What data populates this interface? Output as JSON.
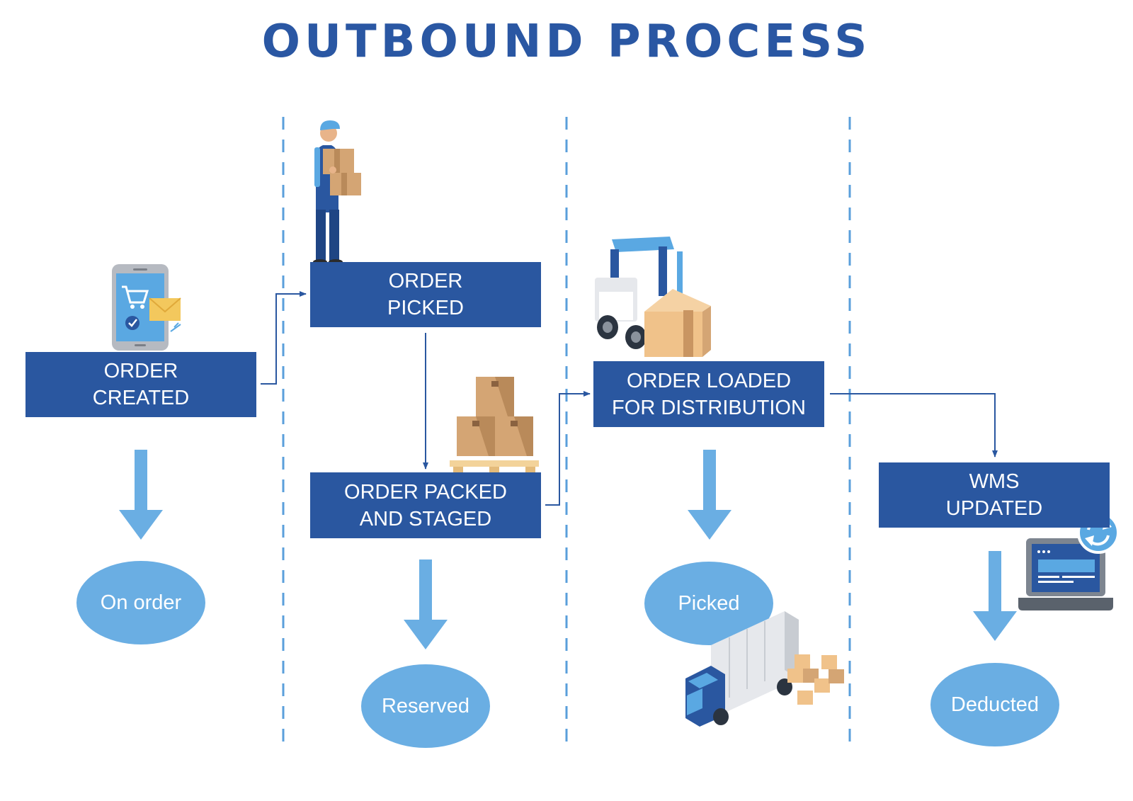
{
  "title": "OUTBOUND PROCESS",
  "colors": {
    "title": "#2a57a3",
    "box": "#2a57a0",
    "status": "#6aaee3",
    "arrow": "#6aaee3",
    "divider": "#5a9fdb",
    "connector": "#2a57a0"
  },
  "stages": [
    {
      "line1": "ORDER",
      "line2": "CREATED",
      "status": "On order",
      "icon": "phone-cart-icon"
    },
    {
      "line1": "ORDER",
      "line2": "PICKED",
      "status": "",
      "icon": "worker-carrying-boxes-icon"
    },
    {
      "line1": "ORDER PACKED",
      "line2": "AND STAGED",
      "status": "Reserved",
      "icon": "boxes-on-pallet-icon"
    },
    {
      "line1": "ORDER LOADED",
      "line2": "FOR DISTRIBUTION",
      "status": "Picked",
      "icon": "forklift-icon"
    },
    {
      "line1": "WMS",
      "line2": "UPDATED",
      "status": "Deducted",
      "icon": "laptop-sync-icon"
    }
  ]
}
